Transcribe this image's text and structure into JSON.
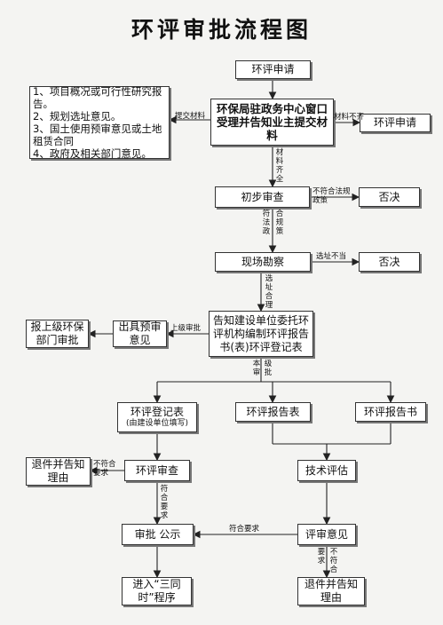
{
  "title": "环评审批流程图",
  "nodes": {
    "apply_top": "环评申请",
    "requirements": [
      "1、项目概况或可行性研究报告。",
      "2、规划选址意见。",
      "3、国土使用预审意见或土地租赁合同",
      "4、政府及相关部门意见。"
    ],
    "window": "环保局驻政务中心窗口受理并告知业主提交材料",
    "apply_right": "环评申请",
    "initial_review": "初步审查",
    "reject1": "否决",
    "site_survey": "现场勘察",
    "reject2": "否决",
    "notify": "告知建设单位委托环评机构编制环评报告书(表)环评登记表",
    "pre_opinion": "出具预审意见",
    "report_upper": "报上级环保部门审批",
    "reg_form": "环评登记表",
    "reg_form_sub": "(由建设单位填写)",
    "report_table": "环评报告表",
    "report_book": "环评报告书",
    "reg_review": "环评审查",
    "tech_eval": "技术评估",
    "return1": "退件并告知理由",
    "approve": "审批 公示",
    "review_opinion": "评审意见",
    "three_same": "进入“三同时”程序",
    "return2": "退件并告知理由"
  },
  "labels": {
    "submit": "提交材料",
    "incomplete": "材料不齐",
    "complete": "材料齐全",
    "noncompliant": "不符合法规政策",
    "law_policy": "符法政",
    "compliant_plan": "合规策",
    "site_bad": "选址不当",
    "site_ok": "选址合理",
    "upper_approval": "上级审批",
    "this_level": "本审",
    "level_approval": "级批",
    "not_meet": "不符合要求",
    "meet": "符合要求",
    "meet_h": "符合要求",
    "req_v": "要求",
    "not_meet_v": "不符合"
  }
}
